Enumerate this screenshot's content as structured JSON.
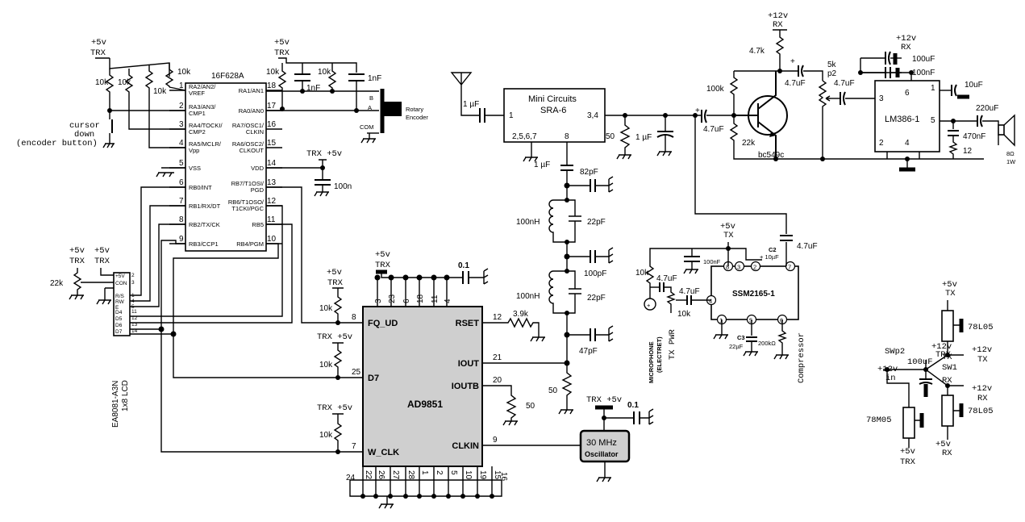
{
  "pic": {
    "chip": "16F628A",
    "left_pins": [
      {
        "num": "1",
        "name": "RA2/AN2/",
        "name2": "VREF"
      },
      {
        "num": "2",
        "name": "RA3/AN3/",
        "name2": "CMP1"
      },
      {
        "num": "3",
        "name": "RA4/TOCKI/",
        "name2": "CMP2"
      },
      {
        "num": "4",
        "name": "RA5/MCLR/",
        "name2": "Vpp"
      },
      {
        "num": "5",
        "name": "VSS",
        "name2": ""
      },
      {
        "num": "6",
        "name": "RB0/INT",
        "name2": ""
      },
      {
        "num": "7",
        "name": "RB1/RX/DT",
        "name2": ""
      },
      {
        "num": "8",
        "name": "RB2/TX/CK",
        "name2": ""
      },
      {
        "num": "9",
        "name": "RB3/CCP1",
        "name2": ""
      }
    ],
    "right_pins": [
      {
        "num": "18",
        "name": "RA1/AN1",
        "name2": ""
      },
      {
        "num": "17",
        "name": "RA0/AN0",
        "name2": ""
      },
      {
        "num": "16",
        "name": "RA7/OSC1/",
        "name2": "CLKIN"
      },
      {
        "num": "15",
        "name": "RA6/OSC2/",
        "name2": "CLKOUT"
      },
      {
        "num": "14",
        "name": "VDD",
        "name2": ""
      },
      {
        "num": "13",
        "name": "RB7/T1OSI/",
        "name2": "PGD"
      },
      {
        "num": "12",
        "name": "RB6/T1OSO/",
        "name2": "T1CKI/PGC"
      },
      {
        "num": "11",
        "name": "RB5",
        "name2": ""
      },
      {
        "num": "10",
        "name": "RB4/PGM",
        "name2": ""
      }
    ]
  },
  "dds": {
    "chip": "AD9851",
    "top_pins": [
      "3",
      "23",
      "6",
      "18",
      "11",
      "4"
    ],
    "bottom_pins": [
      "24",
      "22",
      "26",
      "27",
      "28",
      "1",
      "2",
      "5",
      "10",
      "19",
      "15",
      "16"
    ],
    "left_pins": [
      {
        "num": "8",
        "name": "FQ_UD"
      },
      {
        "num": "25",
        "name": "D7"
      },
      {
        "num": "7",
        "name": "W_CLK"
      }
    ],
    "right_pins": [
      {
        "num": "12",
        "name": "RSET"
      },
      {
        "num": "21",
        "name": "IOUT"
      },
      {
        "num": "20",
        "name": "IOUTB"
      },
      {
        "num": "9",
        "name": "CLKIN"
      }
    ]
  },
  "osc": {
    "line1": "30 MHz",
    "line2": "Oscillator"
  },
  "mixer": {
    "line1": "Mini Circuits",
    "line2": "SRA-6",
    "pin1": "1",
    "pin34": "3,4",
    "pin2567": "2,5,6,7",
    "pin8": "8"
  },
  "lm386": {
    "name": "LM386-1",
    "pins": [
      "6",
      "1",
      "3",
      "5",
      "2",
      "4"
    ]
  },
  "ssm": {
    "name": "SSM2165-1",
    "pins": [
      "8",
      "3",
      "2",
      "7",
      "4",
      "1",
      "5",
      "6"
    ]
  },
  "lcd": {
    "label": "EA8081-A3N",
    "label2": "1x8 LCD",
    "pins": [
      "+5V",
      "CON",
      "R/S",
      "RW",
      "E",
      "D4",
      "D5",
      "D6",
      "D7"
    ],
    "pin_nums": [
      "2",
      "3",
      "1",
      "4",
      "5",
      "11",
      "12",
      "13",
      "14"
    ]
  },
  "labels": {
    "p5v": "+5v",
    "trx": "TRX",
    "trx5v": "TRX +5v",
    "p12v": "+12v",
    "rx": "RX",
    "tx": "TX",
    "k10": "10k",
    "k22": "22k",
    "k47": "4.7k",
    "k100": "100k",
    "k39": "3.9k",
    "k200": "200kΩ",
    "p2": "p2",
    "k5": "5k",
    "nf1": "1nF",
    "n100": "100n",
    "nf100": "100nF",
    "uf1": "1 µF",
    "uf47": "4.7uF",
    "uf10": "10uF",
    "uf220": "220uF",
    "uf100": "100uF",
    "nf470": "470nF",
    "pf82": "82pF",
    "pf22": "22pF",
    "pf100": "100pF",
    "pf47": "47pF",
    "nh100": "100nH",
    "r50": "50",
    "r12": "12",
    "v01": "0.1",
    "c2": "C2",
    "c2v": "+ 10µF",
    "c3": "C3",
    "c3v": "22µF",
    "cursor1": "cursor",
    "cursor2": "down",
    "cursor3": "(encoder button)",
    "rotary1": "Rotary",
    "rotary2": "Encoder",
    "a": "A",
    "b": "B",
    "com": "COM",
    "mic1": "MICROPHONE",
    "mic2": "(ELECTRET)",
    "txpwr": "TX PWR",
    "compressor": "Compressor",
    "bc": "bc549c",
    "spk1": "8Ω",
    "spk2": "1W",
    "swp2": "SWp2",
    "sw1": "SW1",
    "in12": "+12v",
    "in": "in",
    "reg1": "78L05",
    "reg2": "78M05"
  }
}
